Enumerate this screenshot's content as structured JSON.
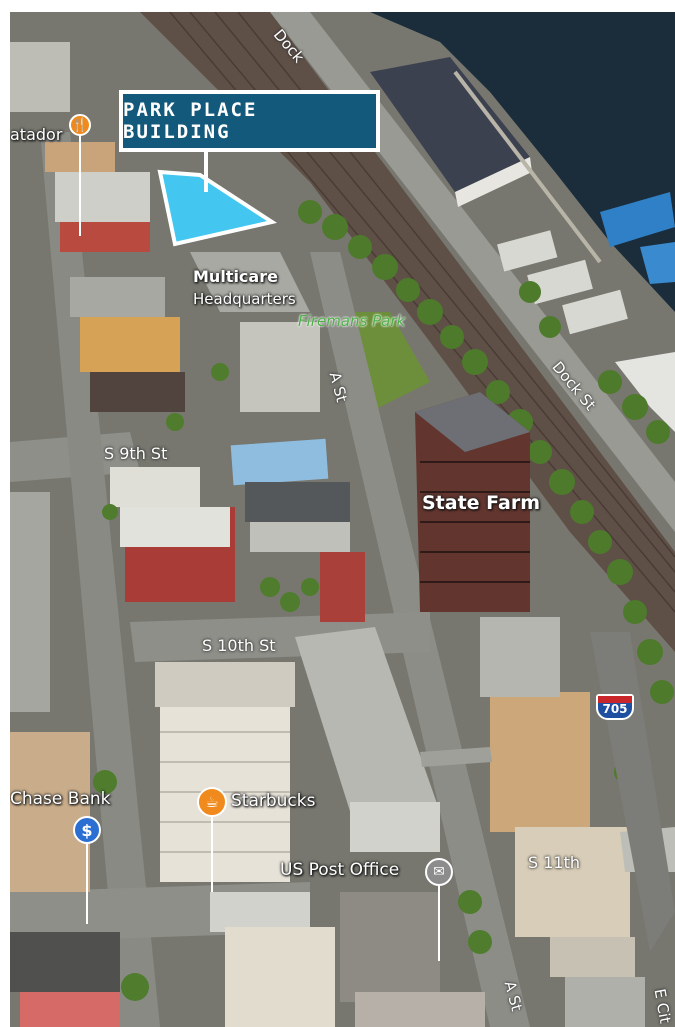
{
  "callout": {
    "title": "PARK PLACE BUILDING"
  },
  "places": {
    "restaurant_partial": "atador",
    "multicare_line1": "Multicare",
    "multicare_line2": "Headquarters",
    "park": "Firemans Park",
    "state_farm": "State Farm",
    "chase": "Chase Bank",
    "starbucks": "Starbucks",
    "post_office": "US Post Office"
  },
  "streets": {
    "dock_top": "Dock",
    "dock_right": "Dock St",
    "a_st_mid": "A St",
    "s9th": "S 9th St",
    "s10th": "S 10th St",
    "s11th": "S 11th",
    "a_st_bottom": "A St",
    "e_cit_partial": "E Cit"
  },
  "highway": {
    "shield": "705"
  },
  "icons": {
    "restaurant": "fork-knife-icon",
    "bank": "dollar-icon",
    "coffee": "coffee-cup-icon",
    "mail": "envelope-icon",
    "highway": "interstate-shield-icon"
  },
  "colors": {
    "callout_bg": "#13597b",
    "highlight": "#43c6f0",
    "water": "#1b2c3b",
    "road": "#8a8a86",
    "rail": "#5a4a40",
    "tree": "#4e7a2c",
    "pin_orange": "#f08a1c",
    "pin_blue": "#2a6fd1",
    "pin_gray": "#8c8c8c"
  }
}
